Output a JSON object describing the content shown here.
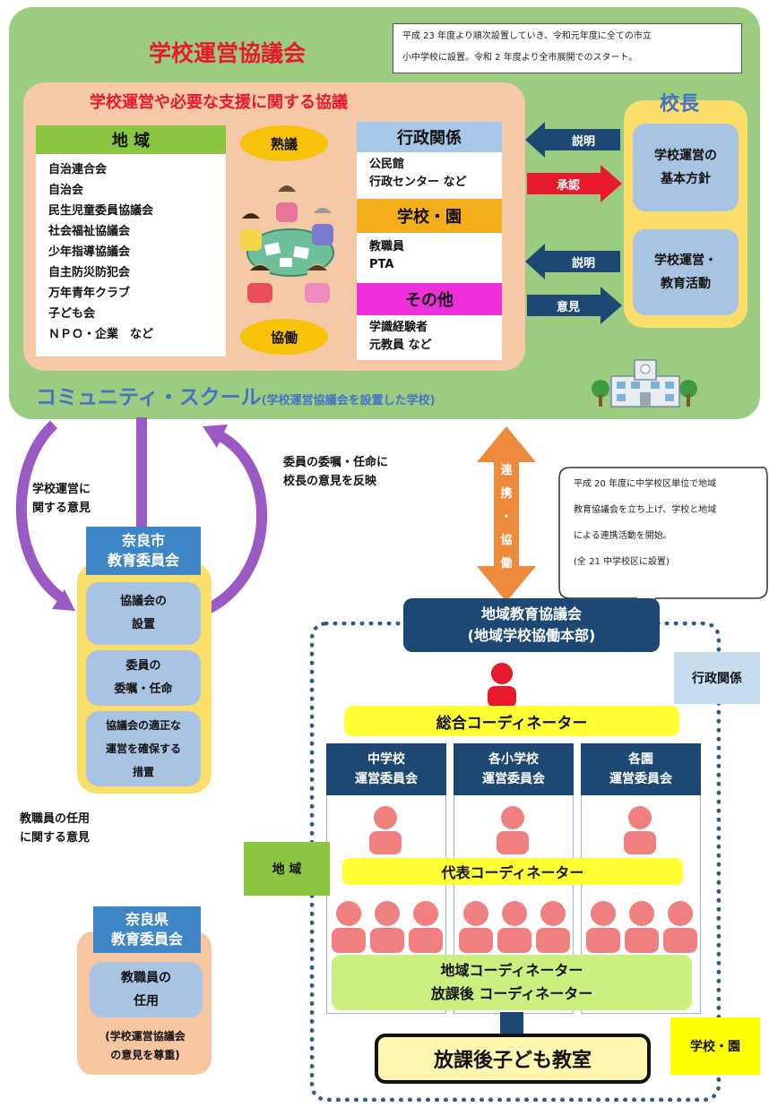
{
  "council": {
    "title": "学校運営協議会",
    "note": [
      "平成 23 年度より順次設置していき、令和元年度に全ての市立",
      "小中学校に設置。令和 2 年度より全市展開でのスタート。"
    ],
    "inner_title": "学校運営や必要な支援に関する協議",
    "chiiki": {
      "heading": "地 域",
      "items": [
        "自治連合会",
        "自治会",
        "民生児童委員協議会",
        "社会福祉協議会",
        "少年指導協議会",
        "自主防災防犯会",
        "万年青年クラブ",
        "子ども会",
        "ＮＰＯ・企業　など"
      ]
    },
    "jukugi": "熟議",
    "kyodo": "協働",
    "gyosei": {
      "heading": "行政関係",
      "items": [
        "公民館",
        "行政センター など"
      ]
    },
    "gakko": {
      "heading": "学校・園",
      "items": [
        "教職員",
        "PTA"
      ]
    },
    "sonota": {
      "heading": "その他",
      "items": [
        "学識経験者",
        "元教員 など"
      ]
    },
    "community_school": "コミュニティ・スクール",
    "community_school_sub": "(学校運営協議会を設置した学校)"
  },
  "principal": {
    "title": "校長",
    "item1": [
      "学校運営の",
      "基本方針"
    ],
    "item2": [
      "学校運営・",
      "教育活動"
    ]
  },
  "arrows": {
    "setsumei1": "説明",
    "shonin": "承認",
    "setsumei2": "説明",
    "iken": "意見"
  },
  "nara_city": {
    "title": [
      "奈良市",
      "教育委員会"
    ],
    "items": [
      [
        "協議会の",
        "設置"
      ],
      [
        "委員の",
        "委嘱・任命"
      ],
      [
        "協議会の適正な",
        "運営を確保する",
        "措置"
      ]
    ],
    "left_label": [
      "学校運営に",
      "関する意見"
    ],
    "right_label": [
      "委員の委嘱・任命に",
      "校長の意見を反映"
    ],
    "down_label": [
      "教職員の任用",
      "に関する意見"
    ]
  },
  "nara_pref": {
    "title": [
      "奈良県",
      "教育委員会"
    ],
    "item": [
      "教職員の",
      "任用"
    ],
    "note": [
      "(学校運営協議会",
      "の意見を尊重)"
    ]
  },
  "renkei": [
    "連",
    "携",
    "・",
    "協",
    "働"
  ],
  "callout": [
    "平成 20 年度に中学校区単位で地域",
    "教育協議会を立ち上げ、学校と地域",
    "による連携活動を開始。",
    "(全 21 中学校区に設置)"
  ],
  "chiiki_kyoiku": {
    "title": [
      "地域教育協議会",
      "(地域学校協働本部)"
    ],
    "gyosei_label": "行政関係",
    "sogo": "総合コーディネーター",
    "committees": [
      [
        "中学校",
        "運営委員会"
      ],
      [
        "各小学校",
        "運営委員会"
      ],
      [
        "各園",
        "運営委員会"
      ]
    ],
    "daihyo": "代表コーディネーター",
    "chiiki_label": "地 域",
    "chiiki_coord": [
      "地域コーディネーター",
      "放課後 コーディネーター"
    ],
    "houkago": "放課後子ども教室",
    "gakko_label": "学校・園"
  },
  "colors": {
    "green_panel": "#9ccc80",
    "peach": "#f5c8a8",
    "navy": "#1c4873",
    "purple_arrow": "#9b59c4",
    "orange_arrow": "#ee8a3c",
    "red_arrow": "#e8192c",
    "person_pink": "#f08080"
  }
}
